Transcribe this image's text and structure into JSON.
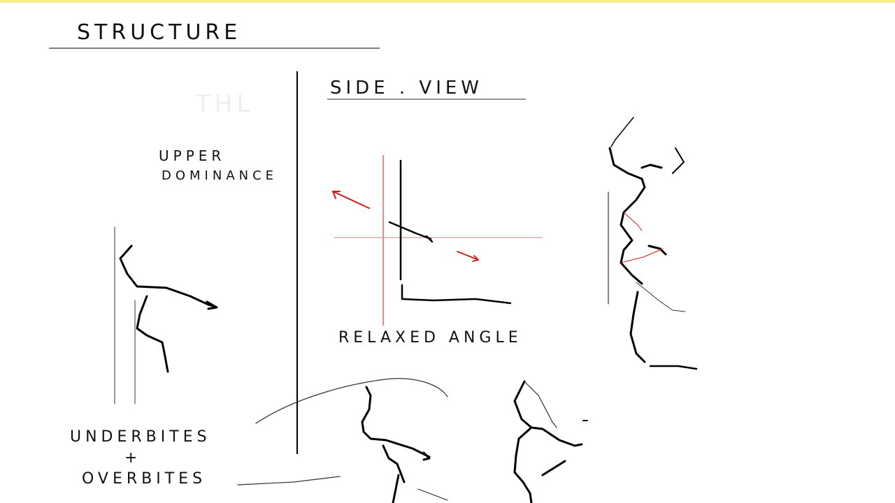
{
  "canvas": {
    "background": "#ffffff",
    "ink_color": "#000000",
    "accent_color": "#d11a1a",
    "top_strip_color": "#f2e84a"
  },
  "labels": {
    "structure": "STRUCTURE",
    "side_view": "SIDE . VIEW",
    "upper_dominance_line1": "UPPER",
    "upper_dominance_line2": "DOMINANCE",
    "relaxed_angle": "RELAXED ANGLE",
    "underbites": "UNDERBITES",
    "plus": "+",
    "overbites": "OVERBITES",
    "ghost_text": "THL"
  }
}
